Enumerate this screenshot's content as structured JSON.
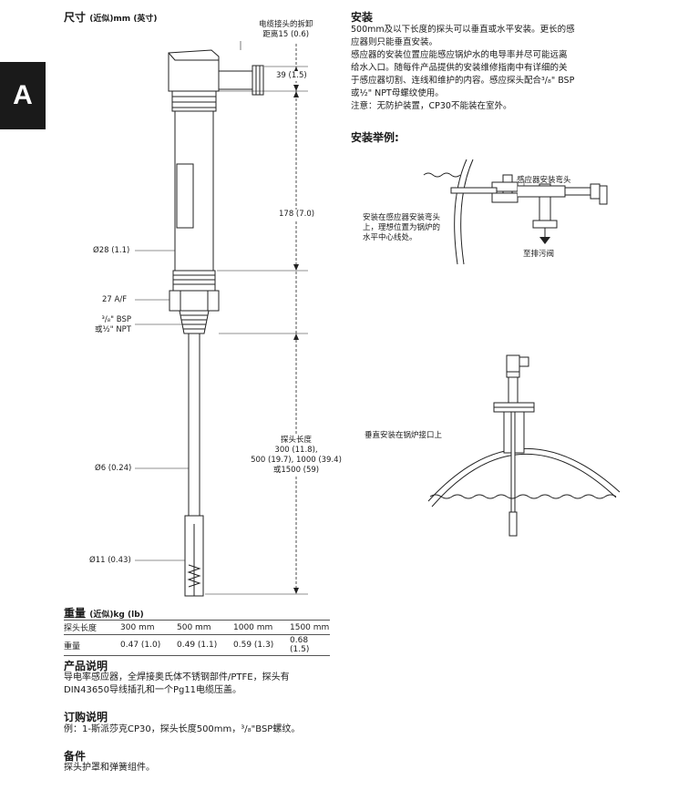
{
  "tab": {
    "letter": "A"
  },
  "dims": {
    "title": "尺寸",
    "title_note": "(近似)mm (英寸)",
    "cable_label_1": "电缆接头的拆卸",
    "cable_label_2": "距离15 (0.6)",
    "d39": "39 (1.5)",
    "d178": "178 (7.0)",
    "dia28": "Ø28 (1.1)",
    "af27": "27 A/F",
    "bsp_1": "³/₈\" BSP",
    "bsp_2": "或½\" NPT",
    "probe_1": "探头长度",
    "probe_2": "300 (11.8),",
    "probe_3": "500 (19.7), 1000 (39.4)",
    "probe_4": "或1500 (59)",
    "dia6": "Ø6 (0.24)",
    "dia11": "Ø11 (0.43)"
  },
  "weight": {
    "title": "重量",
    "title_note": "(近似)kg (lb)",
    "row1": [
      "探头长度",
      "300 mm",
      "500 mm",
      "1000 mm",
      "1500 mm"
    ],
    "row2": [
      "重量",
      "0.47 (1.0)",
      "0.49 (1.1)",
      "0.59 (1.3)",
      "0.68 (1.5)"
    ]
  },
  "product": {
    "title": "产品说明",
    "line1": "导电率感应器，全焊接奥氏体不锈钢部件/PTFE，探头有",
    "line2": "DIN43650导线插孔和一个Pg11电缆压盖。"
  },
  "order": {
    "title": "订购说明",
    "line1": "例：1-斯派莎克CP30，探头长度500mm，³/₈\"BSP螺纹。"
  },
  "spares": {
    "title": "备件",
    "line1": "探头护罩和弹簧组件。"
  },
  "install": {
    "title": "安装",
    "p1_l1": "500mm及以下长度的探头可以垂直或水平安装。更长的感",
    "p1_l2": "应器则只能垂直安装。",
    "p2_l1": "感应器的安装位置应能感应锅炉水的电导率并尽可能远离",
    "p2_l2": "给水入口。随每件产品提供的安装维修指南中有详细的关",
    "p2_l3": "于感应器切割、连线和维护的内容。感应探头配合³/₈\" BSP",
    "p2_l4": "或½\" NPT母螺纹使用。",
    "note": "注意：无防护装置，CP30不能装在室外。"
  },
  "examples": {
    "title": "安装举例:",
    "elbow_label": "感应器安装弯头",
    "side_1": "安装在感应器安装弯头",
    "side_2": "上，理想位置为锅炉的",
    "side_3": "水平中心线处。",
    "drain": "至排污阀",
    "vertical": "垂直安装在锅炉接口上"
  }
}
